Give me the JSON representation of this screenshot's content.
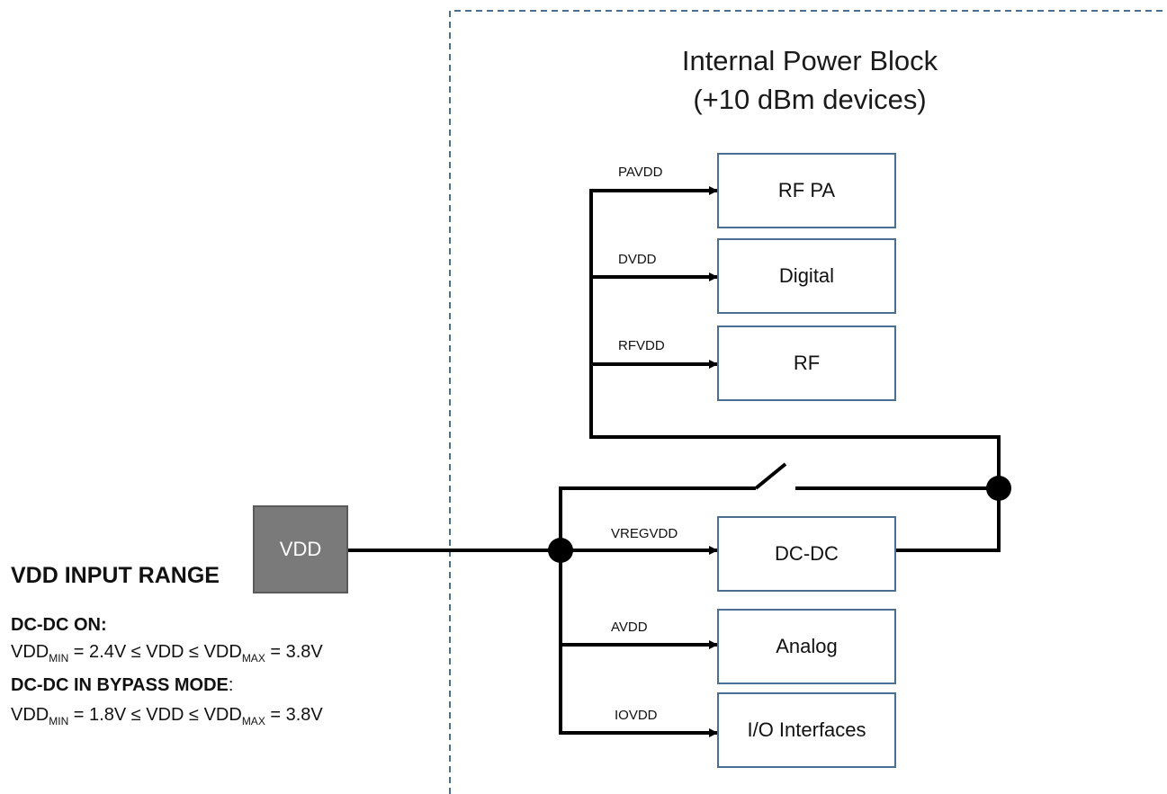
{
  "title": {
    "line1": "Internal Power Block",
    "line2": "(+10 dBm devices)"
  },
  "source": {
    "label": "VDD"
  },
  "blocks": {
    "rf_pa": "RF PA",
    "digital": "Digital",
    "rf": "RF",
    "dcdc": "DC-DC",
    "analog": "Analog",
    "io": "I/O Interfaces"
  },
  "rails": {
    "pavdd": "PAVDD",
    "dvdd": "DVDD",
    "rfvdd": "RFVDD",
    "vregvdd": "VREGVDD",
    "avdd": "AVDD",
    "iovdd": "IOVDD"
  },
  "input_range": {
    "title": "VDD INPUT RANGE",
    "dcdc_on": {
      "label": "DC-DC ON:",
      "vdd": "VDD",
      "min_sub": "MIN",
      "mid": " = 2.4V ≤ VDD ≤ VDD",
      "max_sub": "MAX",
      "end": " = 3.8V"
    },
    "bypass": {
      "label": "DC-DC IN BYPASS MODE",
      "colon": ":",
      "vdd": "VDD",
      "min_sub": "MIN",
      "mid": " = 1.8V ≤ VDD ≤ VDD",
      "max_sub": "MAX",
      "end": " = 3.8V"
    }
  },
  "colors": {
    "block_border": "#4a6f93",
    "dashed_border": "#4a6f93",
    "vdd_fill": "#7a7a7a",
    "wire": "#000000"
  }
}
